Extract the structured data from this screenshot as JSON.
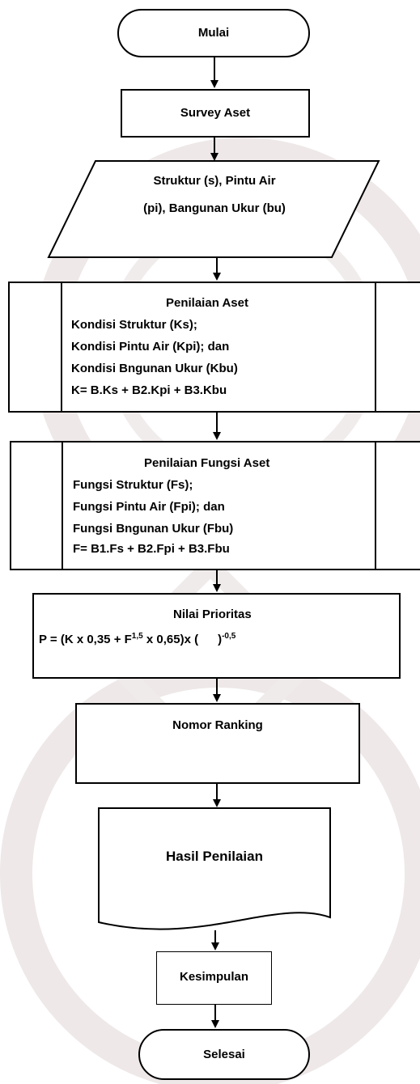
{
  "flow": {
    "start": "Mulai",
    "survey": "Survey Aset",
    "input": {
      "line1": "Struktur (s), Pintu Air",
      "line2": "(pi), Bangunan Ukur (bu)"
    },
    "penilaian_aset": {
      "title": "Penilaian Aset",
      "line1": "Kondisi Struktur (Ks);",
      "line2": "Kondisi Pintu Air (Kpi); dan",
      "line3": "Kondisi Bngunan Ukur (Kbu)",
      "formula": "K= B.Ks + B2.Kpi + B3.Kbu"
    },
    "penilaian_fungsi": {
      "title": "Penilaian Fungsi Aset",
      "line1": "Fungsi Struktur (Fs);",
      "line2": "Fungsi Pintu Air (Fpi); dan",
      "line3": "Fungsi Bngunan Ukur (Fbu)",
      "formula": "F= B1.Fs + B2.Fpi + B3.Fbu"
    },
    "prioritas": {
      "title": "Nilai Prioritas",
      "formula_prefix": "P = (K x 0,35 + F",
      "formula_exp": "1,5",
      "formula_mid": " x 0,65)x (",
      "formula_end": ")",
      "formula_exp2": "-0,5"
    },
    "ranking": "Nomor Ranking",
    "hasil": "Hasil Penilaian",
    "kesimpulan": "Kesimpulan",
    "end": "Selesai"
  },
  "colors": {
    "line": "#000000",
    "watermark": "#ebe6e6",
    "background": "#ffffff"
  }
}
